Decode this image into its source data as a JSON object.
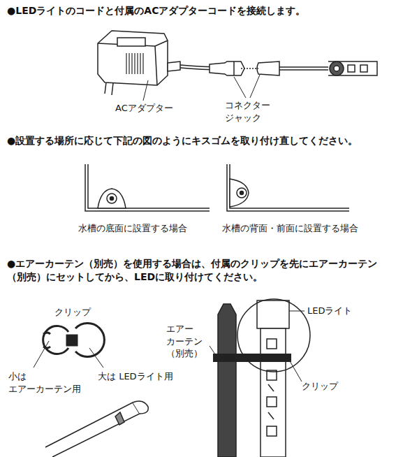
{
  "diagram": {
    "labels": [
      "●LEDライトのコードと付属のACアダプターコードを接続します。",
      "ACアダプター",
      "コネクター ジャック",
      "●設置する場所に応じて下記の図のようにキスゴムを取り付け直してください。",
      "水槽の底面に設置する場合",
      "水槽の背面・前面に設置する場合",
      "●エアーカーテン（別売）を使用する場合は、付属のクリップを先にエアーカーテン（別売）にセットしてから、LEDに取り付けてください。",
      "クリップ",
      "小は エアーカーテン用",
      "大は LEDライト用",
      "LEDライト",
      "エアー カーテン （別売）",
      "クリップ"
    ]
  }
}
